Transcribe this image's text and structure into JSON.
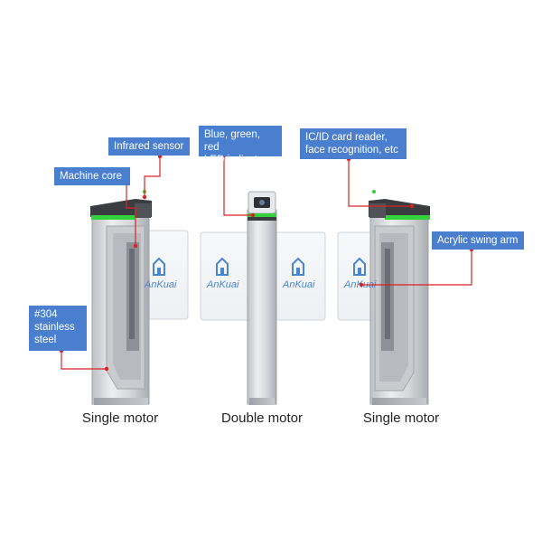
{
  "callouts": {
    "infrared": "Infrared sensor",
    "machine_core": "Machine core",
    "led": [
      "Blue, green, red",
      "LED indicator"
    ],
    "card_reader": [
      "IC/ID card reader,",
      "face recognition, etc"
    ],
    "acrylic": "Acrylic swing arm",
    "steel": [
      "#304",
      "stainless",
      "steel"
    ]
  },
  "captions": {
    "left": "Single motor",
    "middle": "Double motor",
    "right": "Single motor"
  },
  "brand": "AnKuai",
  "colors": {
    "callout_bg": "#4a7fd0",
    "leader": "#d92323",
    "led": "#33d13a",
    "steel": "#d9d9dc",
    "panel": "#f4f6f8"
  }
}
